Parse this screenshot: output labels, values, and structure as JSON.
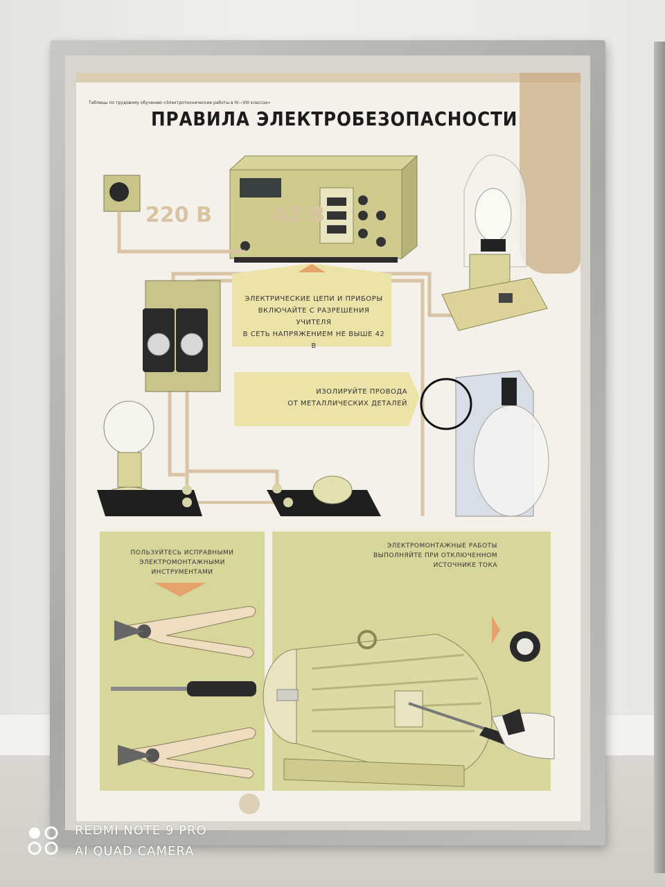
{
  "poster": {
    "header_small": "Таблицы по трудовому обучению «Электротехнические работы в IV—VIII классах»",
    "title": "ПРАВИЛА ЭЛЕКТРОБЕЗОПАСНОСТИ",
    "voltage_mains": "220 В",
    "voltage_low": "42 В",
    "note_1": [
      "ЭЛЕКТРИЧЕСКИЕ ЦЕПИ И ПРИБОРЫ",
      "ВКЛЮЧАЙТЕ С РАЗРЕШЕНИЯ УЧИТЕЛЯ",
      "В СЕТЬ НАПРЯЖЕНИЕМ НЕ ВЫШЕ 42 В"
    ],
    "note_2": [
      "ИЗОЛИРУЙТЕ ПРОВОДА",
      "ОТ МЕТАЛЛИЧЕСКИХ ДЕТАЛЕЙ"
    ],
    "panel_left": [
      "ПОЛЬЗУЙТЕСЬ ИСПРАВНЫМИ",
      "ЭЛЕКТРОМОНТАЖНЫМИ",
      "ИНСТРУМЕНТАМИ"
    ],
    "panel_right": [
      "ЭЛЕКТРОМОНТАЖНЫЕ РАБОТЫ",
      "ВЫПОЛНЯЙТЕ ПРИ ОТКЛЮЧЕННОМ",
      "ИСТОЧНИКЕ ТОКА"
    ]
  },
  "watermark": {
    "line1": "REDMI NOTE 9 PRO",
    "line2": "AI QUAD CAMERA"
  },
  "colors": {
    "olive": "#c9c58a",
    "pale_yellow": "#ece3a8",
    "panel_green": "#d7d79c",
    "wire": "#d9c4a6"
  }
}
